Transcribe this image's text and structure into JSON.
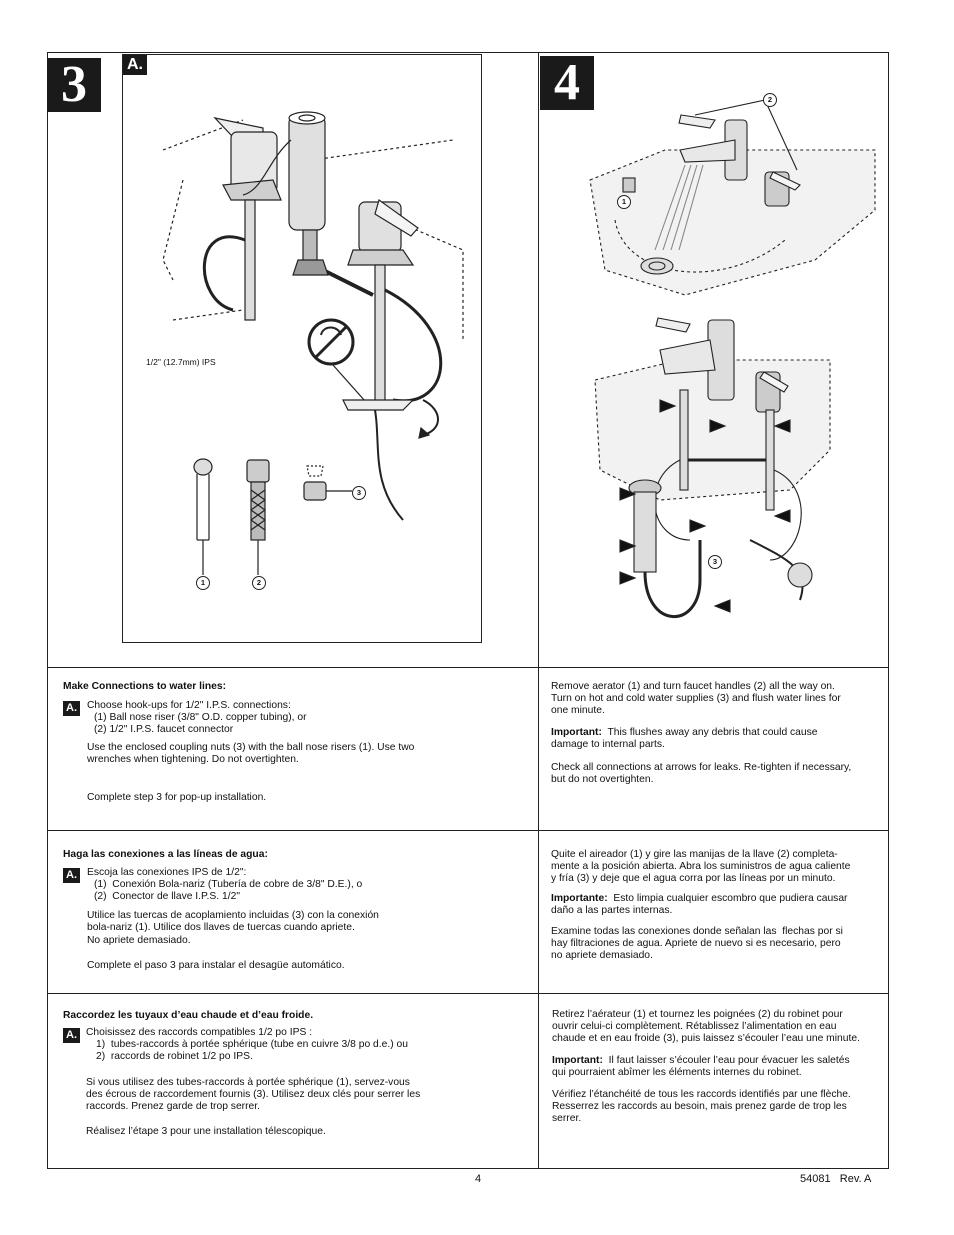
{
  "step3": {
    "number": "3",
    "sub_badge": "A.",
    "ips_label": "1/2\" (12.7mm) IPS",
    "callouts": [
      "1",
      "2",
      "3"
    ]
  },
  "step4": {
    "number": "4",
    "callouts_top": [
      "2",
      "1"
    ],
    "callouts_bottom": [
      "3"
    ]
  },
  "en": {
    "heading": "Make Connections to water lines:",
    "badge": "A.",
    "choose": "Choose hook-ups for 1/2\" I.P.S. connections:",
    "opt1": "(1) Ball nose riser (3/8\" O.D. copper tubing), or",
    "opt2": "(2) 1/2\" I.P.S. faucet connector",
    "use1": "Use the enclosed coupling nuts (3) with the ball nose risers (1). Use two",
    "use2": "wrenches when tightening. Do not overtighten.",
    "complete": "Complete step 3 for pop-up installation.",
    "r_line1": "Remove aerator (1) and turn faucet handles (2) all the way on.",
    "r_line2": "Turn on hot and cold water supplies (3) and flush water lines for",
    "r_line3": "one minute.",
    "important_label": "Important:",
    "important_text": "This flushes away any debris that could cause",
    "important_text2": "damage to internal parts.",
    "check1": "Check all connections at arrows for leaks. Re-tighten if necessary,",
    "check2": "but do not overtighten."
  },
  "es": {
    "heading": "Haga las conexiones a las líneas de agua:",
    "badge": "A.",
    "choose": "Escoja las conexiones IPS de 1/2\":",
    "opt1": "(1)  Conexión Bola-nariz (Tubería de cobre de 3/8\" D.E.), o",
    "opt2": "(2)  Conector de llave I.P.S. 1/2\"",
    "use1": "Utilice las tuercas de acoplamiento incluidas (3) con la conexión",
    "use2": "bola-nariz (1). Utilice dos llaves de tuercas cuando apriete.",
    "use3": "No apriete demasiado.",
    "complete": "Complete el paso 3 para instalar el desagüe automático.",
    "r_line1": "Quite el aireador (1) y gire las manijas de la llave (2) completa-",
    "r_line2": "mente a la posición abierta. Abra los suministros de agua caliente",
    "r_line3": "y fría (3) y deje que el agua corra por las líneas por un minuto.",
    "important_label": "Importante:",
    "important_text": "Esto limpia cualquier escombro que pudiera causar",
    "important_text2": "daño a las partes internas.",
    "check1": "Examine todas las conexiones donde señalan las  flechas por si",
    "check2": "hay filtraciones de agua. Apriete de nuevo si es necesario, pero",
    "check3": "no apriete demasiado."
  },
  "fr": {
    "heading": "Raccordez les tuyaux d’eau chaude et d’eau froide.",
    "badge": "A.",
    "choose": "Choisissez des raccords compatibles 1/2 po IPS :",
    "opt1": "1)  tubes-raccords à portée sphérique (tube en cuivre 3/8 po d.e.) ou",
    "opt2": "2)  raccords de robinet 1/2 po IPS.",
    "use1": "Si vous utilisez des tubes-raccords à portée sphérique (1), servez-vous",
    "use2": "des écrous de raccordement fournis (3). Utilisez deux clés pour serrer les",
    "use3": "raccords. Prenez garde de trop serrer.",
    "complete": "Réalisez l’étape 3 pour une installation télescopique.",
    "r_line1": "Retirez l’aérateur (1) et tournez les poignées (2) du robinet pour",
    "r_line2": "ouvrir celui-ci complètement. Rétablissez l’alimentation en eau",
    "r_line3": "chaude et en eau froide (3), puis laissez s’écouler l’eau une minute.",
    "important_label": "Important:",
    "important_text": "Il faut laisser s’écouler l’eau pour évacuer les saletés",
    "important_text2": "qui pourraient abîmer les éléments internes du robinet.",
    "check1": "Vérifiez l’étanchéité de tous les raccords identifiés par une flèche.",
    "check2": "Resserrez les raccords au besoin, mais prenez garde de trop les",
    "check3": "serrer."
  },
  "footer": {
    "page": "4",
    "doc": "54081   Rev. A"
  }
}
